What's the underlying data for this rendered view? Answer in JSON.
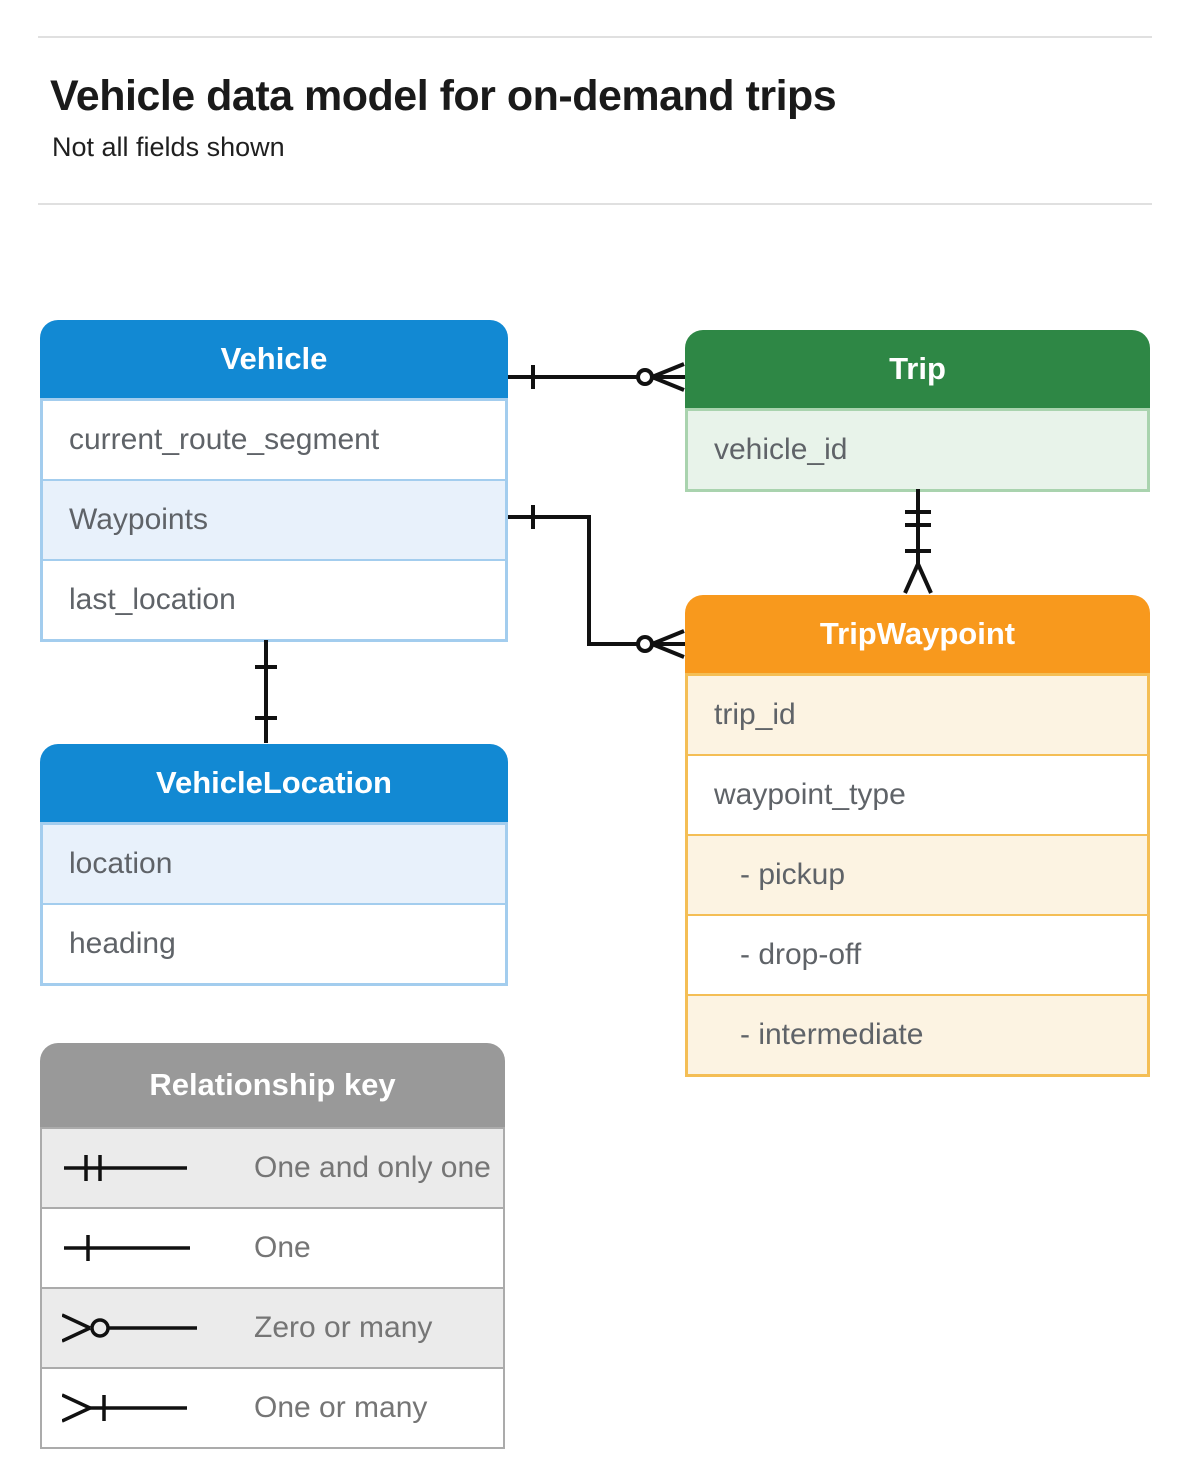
{
  "page": {
    "title": "Vehicle data model for on-demand trips",
    "subtitle": "Not all fields shown"
  },
  "entities": {
    "vehicle": {
      "title": "Vehicle",
      "fields": [
        {
          "label": "current_route_segment"
        },
        {
          "label": "Waypoints",
          "highlighted": true
        },
        {
          "label": "last_location"
        }
      ]
    },
    "trip": {
      "title": "Trip",
      "fields": [
        {
          "label": "vehicle_id",
          "highlighted": true
        }
      ]
    },
    "trip_waypoint": {
      "title": "TripWaypoint",
      "fields": [
        {
          "label": "trip_id",
          "highlighted": true
        },
        {
          "label": "waypoint_type"
        },
        {
          "label": "- pickup",
          "indent": true,
          "highlighted": true
        },
        {
          "label": "- drop-off",
          "indent": true
        },
        {
          "label": "- intermediate",
          "indent": true,
          "highlighted": true
        }
      ]
    },
    "vehicle_location": {
      "title": "VehicleLocation",
      "fields": [
        {
          "label": "location",
          "highlighted": true
        },
        {
          "label": "heading"
        }
      ]
    }
  },
  "relationships": [
    {
      "from": "Vehicle",
      "to": "Trip",
      "from_cardinality": "one",
      "to_cardinality": "zero-or-many"
    },
    {
      "from": "Vehicle.Waypoints",
      "to": "TripWaypoint",
      "from_cardinality": "one",
      "to_cardinality": "zero-or-many"
    },
    {
      "from": "Trip",
      "to": "TripWaypoint",
      "from_cardinality": "one-and-only-one",
      "to_cardinality": "one-or-many"
    },
    {
      "from": "Vehicle",
      "to": "VehicleLocation",
      "from_cardinality": "one",
      "to_cardinality": "one"
    }
  ],
  "relationship_key": {
    "title": "Relationship key",
    "items": [
      {
        "symbol": "one-and-only-one",
        "label": "One and only one"
      },
      {
        "symbol": "one",
        "label": "One"
      },
      {
        "symbol": "zero-or-many",
        "label": "Zero or many"
      },
      {
        "symbol": "one-or-many",
        "label": "One or many"
      }
    ]
  },
  "colors": {
    "vehicle_header": "#1289d3",
    "vehicle_row_tint": "#e8f1fb",
    "trip_header": "#2e8745",
    "trip_row_tint": "#e8f3ea",
    "trip_waypoint_header": "#f8991d",
    "trip_waypoint_row_tint": "#fcf3e2",
    "key_header": "#999999",
    "key_row_tint": "#ebebeb",
    "field_text": "#5f6368",
    "connector": "#111111"
  }
}
